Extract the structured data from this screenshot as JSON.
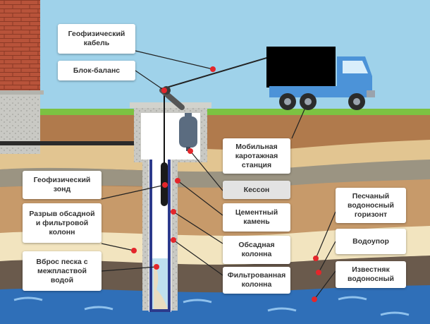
{
  "labels": {
    "geo_cable": "Геофизический\nкабель",
    "block_balance": "Блок-баланс",
    "logging_station": "Мобильная\nкаротажная\nстанция",
    "caisson": "Кессон",
    "geo_probe": "Геофизический\nзонд",
    "casing_break": "Разрыв обсадной\nи фильтровой\nколонн",
    "cement_stone": "Цементный\nкамень",
    "sand_aquifer": "Песчаный\nводоносный\nгоризонт",
    "aquitard": "Водоупор",
    "casing_column": "Обсадная\nколонна",
    "sand_inflow": "Вброс песка с\nмежпластвой\nводой",
    "filter_column": "Фильтрованная\nколонна",
    "limestone_aquifer": "Известняк\nводоносный"
  },
  "colors": {
    "sky": "#9fd2ea",
    "grass": "#7cc242",
    "brick": "#b8533a",
    "topsoil": "#b07a4c",
    "sand": "#f2e4bf",
    "clay": "#6a5a4c",
    "water": "#2f6fb8",
    "truck_cab": "#4c93d8",
    "marker": "#e3262b"
  }
}
